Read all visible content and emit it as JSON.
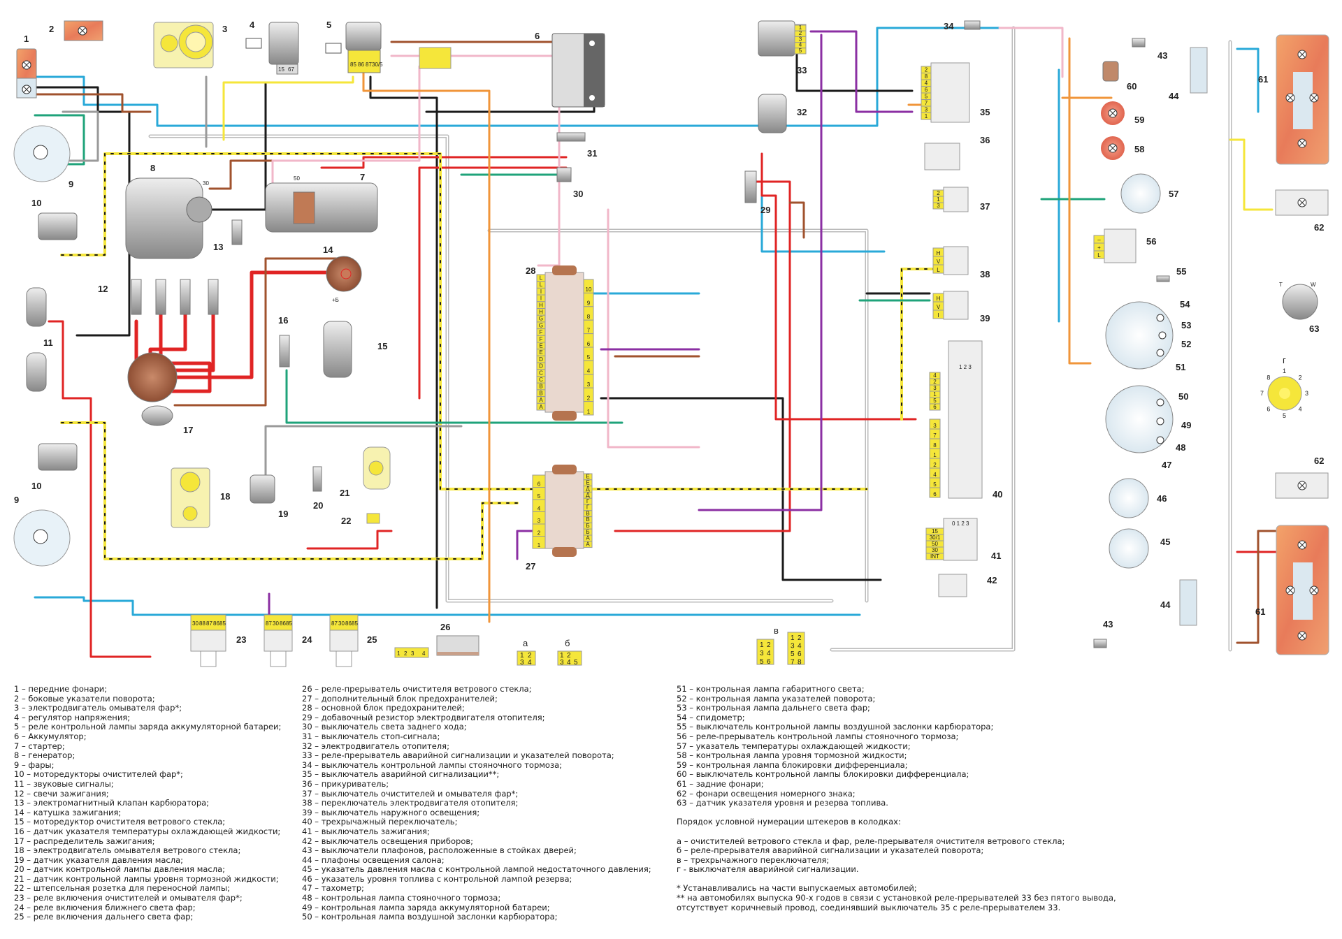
{
  "diagram": {
    "title_implicit": "Схема электрооборудования",
    "components": [
      {
        "num": "1",
        "label": "1"
      },
      {
        "num": "2",
        "label": "2"
      },
      {
        "num": "3",
        "label": "3"
      },
      {
        "num": "4",
        "label": "4"
      },
      {
        "num": "5",
        "label": "5"
      },
      {
        "num": "6",
        "label": "6"
      },
      {
        "num": "7",
        "label": "7"
      },
      {
        "num": "8",
        "label": "8"
      },
      {
        "num": "9",
        "label": "9"
      },
      {
        "num": "10",
        "label": "10"
      },
      {
        "num": "11",
        "label": "11"
      },
      {
        "num": "12",
        "label": "12"
      },
      {
        "num": "13",
        "label": "13"
      },
      {
        "num": "14",
        "label": "14"
      },
      {
        "num": "15",
        "label": "15"
      },
      {
        "num": "16",
        "label": "16"
      },
      {
        "num": "17",
        "label": "17"
      },
      {
        "num": "18",
        "label": "18"
      },
      {
        "num": "19",
        "label": "19"
      },
      {
        "num": "20",
        "label": "20"
      },
      {
        "num": "21",
        "label": "21"
      },
      {
        "num": "22",
        "label": "22"
      },
      {
        "num": "23",
        "label": "23"
      },
      {
        "num": "24",
        "label": "24"
      },
      {
        "num": "25",
        "label": "25"
      },
      {
        "num": "26",
        "label": "26"
      },
      {
        "num": "27",
        "label": "27"
      },
      {
        "num": "28",
        "label": "28"
      },
      {
        "num": "29",
        "label": "29"
      },
      {
        "num": "30",
        "label": "30"
      },
      {
        "num": "31",
        "label": "31"
      },
      {
        "num": "32",
        "label": "32"
      },
      {
        "num": "33",
        "label": "33"
      },
      {
        "num": "34",
        "label": "34"
      },
      {
        "num": "35",
        "label": "35"
      },
      {
        "num": "36",
        "label": "36"
      },
      {
        "num": "37",
        "label": "37"
      },
      {
        "num": "38",
        "label": "38"
      },
      {
        "num": "39",
        "label": "39"
      },
      {
        "num": "40",
        "label": "40"
      },
      {
        "num": "41",
        "label": "41"
      },
      {
        "num": "42",
        "label": "42"
      },
      {
        "num": "43",
        "label": "43"
      },
      {
        "num": "44",
        "label": "44"
      },
      {
        "num": "45",
        "label": "45"
      },
      {
        "num": "46",
        "label": "46"
      },
      {
        "num": "47",
        "label": "47"
      },
      {
        "num": "48",
        "label": "48"
      },
      {
        "num": "49",
        "label": "49"
      },
      {
        "num": "50",
        "label": "50"
      },
      {
        "num": "51",
        "label": "51"
      },
      {
        "num": "52",
        "label": "52"
      },
      {
        "num": "53",
        "label": "53"
      },
      {
        "num": "54",
        "label": "54"
      },
      {
        "num": "55",
        "label": "55"
      },
      {
        "num": "56",
        "label": "56"
      },
      {
        "num": "57",
        "label": "57"
      },
      {
        "num": "58",
        "label": "58"
      },
      {
        "num": "59",
        "label": "59"
      },
      {
        "num": "60",
        "label": "60"
      },
      {
        "num": "61",
        "label": "61"
      },
      {
        "num": "62",
        "label": "62"
      },
      {
        "num": "63",
        "label": "63"
      }
    ],
    "fuse_block_28": {
      "left_pins": [
        "L",
        "L",
        "I",
        "I",
        "H",
        "H",
        "G",
        "G",
        "F",
        "F",
        "E",
        "E",
        "D",
        "D",
        "C",
        "C",
        "B",
        "B",
        "A",
        "A"
      ],
      "right_pins": [
        "10",
        "9",
        "8",
        "7",
        "6",
        "5",
        "4",
        "3",
        "2",
        "1"
      ]
    },
    "fuse_block_27": {
      "left_pins": [
        "6",
        "5",
        "4",
        "3",
        "2",
        "1"
      ],
      "right_pins": [
        "Е",
        "Е",
        "Д",
        "Д",
        "Г",
        "Г",
        "В",
        "В",
        "Б",
        "Б",
        "А",
        "А"
      ]
    },
    "relay_pins": {
      "r5": [
        "85",
        "86",
        "87",
        "30/5"
      ],
      "r4": [
        "15",
        "67"
      ],
      "r23": [
        "30",
        "88",
        "87",
        "86",
        "85"
      ],
      "r24": [
        "87",
        "30",
        "86",
        "85"
      ],
      "r25": [
        "87",
        "30",
        "86",
        "85"
      ]
    },
    "switch_pins": {
      "s33": [
        "1",
        "2",
        "3",
        "4",
        "5"
      ],
      "s35": [
        "2",
        "8",
        "4",
        "6",
        "5",
        "7",
        "3",
        "1"
      ],
      "s37": [
        "2",
        "1",
        "3"
      ],
      "s38": [
        "H",
        "V",
        "L"
      ],
      "s39": [
        "H",
        "V",
        "I"
      ],
      "s40_wiper": [
        "4",
        "2",
        "3",
        "1",
        "5",
        "6"
      ],
      "s40_wiper_header": "1 2 3",
      "s40_lower": [
        "3",
        "7",
        "8",
        "1",
        "2",
        "4",
        "5",
        "6"
      ],
      "s41": [
        "15",
        "30/1",
        "50",
        "30",
        "INT"
      ],
      "s41_header": "0 1 2 3",
      "s56": [
        "–",
        "+",
        "L"
      ],
      "c26": [
        "1",
        "2",
        "3",
        "4"
      ]
    },
    "small_labels": {
      "gen_30": "30",
      "starter_50": "50",
      "coil_plus": "+Б",
      "tank_T": "T",
      "tank_W": "W"
    },
    "connector_diagrams": {
      "a": {
        "label": "а",
        "pins": [
          "1",
          "2",
          "3",
          "4"
        ]
      },
      "b": {
        "label": "б",
        "pins": [
          "1",
          "2",
          "3",
          "4",
          "5"
        ]
      },
      "v": {
        "label": "в",
        "pins_a": [
          "1",
          "2",
          "3",
          "4",
          "5",
          "6"
        ],
        "pins_b": [
          "1",
          "2",
          "3",
          "4",
          "5",
          "6",
          "7",
          "8"
        ]
      },
      "g": {
        "label": "г",
        "pins": [
          "1",
          "2",
          "3",
          "4",
          "5",
          "6",
          "7",
          "8"
        ]
      }
    },
    "wire_colors": {
      "black": "#1a1a1a",
      "blue": "#29a9d8",
      "brown": "#a0522d",
      "red": "#e02424",
      "yellow": "#f5e63a",
      "green": "#1fa37a",
      "grey": "#9a9a9a",
      "pink": "#f1b7c9",
      "orange": "#f0953a",
      "violet": "#8b2fa3"
    }
  },
  "legend": {
    "col1": [
      "1 – передние фонари;",
      "2 – боковые указатели поворота;",
      "3 – электродвигатель омывателя фар*;",
      "4 – регулятор напряжения;",
      "5 – реле контрольной лампы заряда аккумуляторной батареи;",
      "6 – Аккумулятор;",
      "7 – стартер;",
      "8 – генератор;",
      "9 – фары;",
      "10 – моторедукторы очистителей фар*;",
      "11 – звуковые сигналы;",
      "12 – свечи зажигания;",
      "13 – электромагнитный клапан карбюратора;",
      "14 – катушка зажигания;",
      "15 – моторедуктор очистителя ветрового стекла;",
      "16 – датчик указателя температуры охлаждающей жидкости;",
      "17 – распределитель зажигания;",
      "18 – электродвигатель омывателя ветрового стекла;",
      "19 – датчик указателя давления масла;",
      "20 – датчик контрольной лампы давления масла;",
      "21 – датчик контрольной лампы уровня тормозной жидкости;",
      "22 – штепсельная розетка для переносной лампы;",
      "23 – реле включения очистителей и омывателя фар*;",
      "24 – реле включения ближнего света фар;",
      "25 – реле включения дальнего света фар;"
    ],
    "col2": [
      "26 – реле-прерыватель очистителя ветрового стекла;",
      "27 – дополнительный блок предохранителей;",
      "28 – основной блок предохранителей;",
      "29 – добавочный резистор электродвигателя отопителя;",
      "30 – выключатель света заднего хода;",
      "31 – выключатель стоп-сигнала;",
      "32 – электродвигатель отопителя;",
      "33 – реле-прерыватель аварийной сигнализации и указателей поворота;",
      "34 – выключатель контрольной лампы стояночного тормоза;",
      "35 – выключатель аварийной сигнализации**;",
      "36 – прикуриватель;",
      "37 – выключатель очистителей и омывателя фар*;",
      "38 – переключатель электродвигателя отопителя;",
      "39 – выключатель наружного освещения;",
      "40 – трехрычажный переключатель;",
      "41 – выключатель зажигания;",
      "42 – выключатель освещения приборов;",
      "43 – выключатели плафонов, расположенные в стойках дверей;",
      "44 – плафоны освещения салона;",
      "45 – указатель давления масла с контрольной лампой недостаточного давления;",
      "46 – указатель уровня топлива с контрольной лампой резерва;",
      "47 – тахометр;",
      "48 – контрольная лампа стояночного тормоза;",
      "49 – контрольная лампа заряда аккумуляторной батареи;",
      "50 – контрольная лампа воздушной заслонки карбюратора;"
    ],
    "col3": [
      "51 – контрольная лампа габаритного света;",
      "52 – контрольная лампа указателей поворота;",
      "53 – контрольная лампа дальнего света фар;",
      "54 – спидометр;",
      "55 – выключатель контрольной лампы воздушной заслонки карбюратора;",
      "56 – реле-прерыватель контрольной лампы стояночного тормоза;",
      "57 – указатель температуры охлаждающей жидкости;",
      "58 – контрольная лампа уровня тормозной жидкости;",
      "59 – контрольная лампа блокировки дифференциала;",
      "60 – выключатель контрольной лампы блокировки дифференциала;",
      "61 – задние фонари;",
      "62 – фонари освещения номерного знака;",
      "63 – датчик указателя уровня и резерва топлива."
    ],
    "connector_heading": "Порядок условной нумерации штекеров в колодках:",
    "connector_notes": [
      "а – очистителей ветрового стекла и фар, реле-прерывателя очистителя ветрового стекла;",
      "б – реле-прерывателя аварийной сигнализации и указателей поворота;",
      "в – трехрычажного переключателя;",
      "г - выключателя аварийной сигнализации."
    ],
    "footnotes": [
      "* Устанавливались на части выпускаемых автомобилей;",
      "** на автомобилях выпуска 90-х годов в связи с установкой реле-прерывателей 33 без пятого вывода,",
      "отсутствует коричневый провод, соединявший выключатель 35 с реле-прерывателем 33."
    ]
  }
}
